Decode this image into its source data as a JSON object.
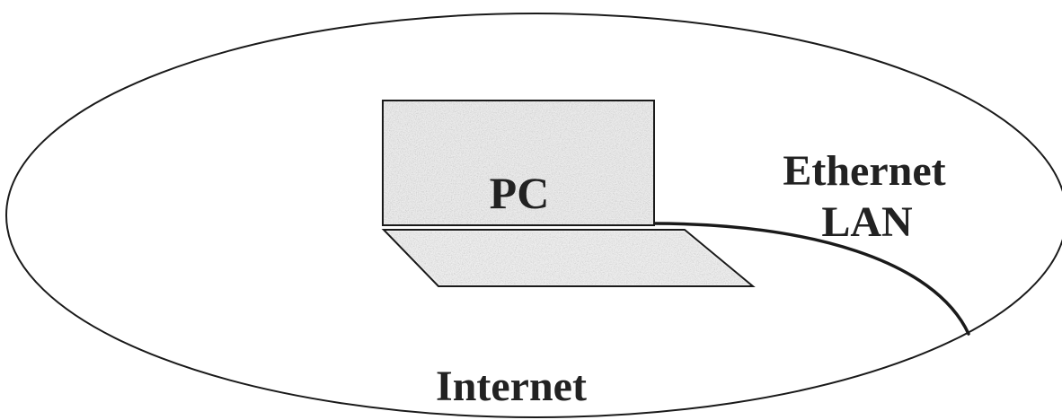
{
  "diagram": {
    "labels": {
      "pc": "PC",
      "ethernet_line1": "Ethernet",
      "ethernet_line2": "LAN",
      "internet": "Internet"
    },
    "colors": {
      "stroke": "#1a1a1a",
      "screen_fill": "#e9e9e9",
      "keyboard_fill": "#ececec",
      "background": "#ffffff"
    }
  }
}
